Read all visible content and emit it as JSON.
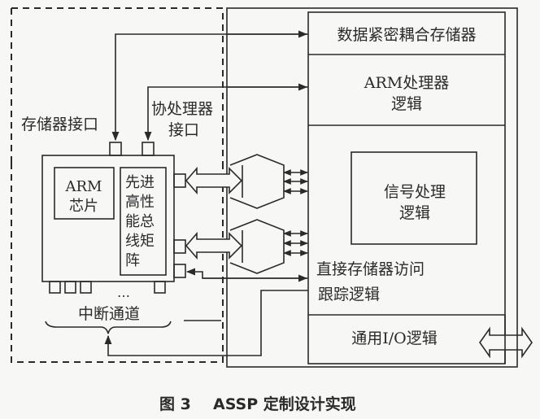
{
  "diagram": {
    "left_region": {
      "memory_interface_label": "存储器接口",
      "coprocessor_interface_label_line1": "协处理器",
      "coprocessor_interface_label_line2": "接口",
      "arm_chip_line1": "ARM",
      "arm_chip_line2": "芯片",
      "ahb_matrix_lines": [
        "先进",
        "高性",
        "能总",
        "线矩",
        "阵"
      ],
      "ellipsis": "…",
      "interrupt_channel_label": "中断通道"
    },
    "right_region": {
      "tcm_label": "数据紧密耦合存储器",
      "arm_logic_line1": "ARM处理器",
      "arm_logic_line2": "逻辑",
      "signal_processing_line1": "信号处理",
      "signal_processing_line2": "逻辑",
      "dma_label": "直接存储器访问",
      "trace_label": "跟踪逻辑",
      "gpio_label": "通用I/O逻辑"
    }
  },
  "caption": {
    "figure_number": "图 3",
    "title": "ASSP 定制设计实现"
  },
  "colors": {
    "line": "#2a2a2a",
    "background": "#f7f7f5"
  }
}
